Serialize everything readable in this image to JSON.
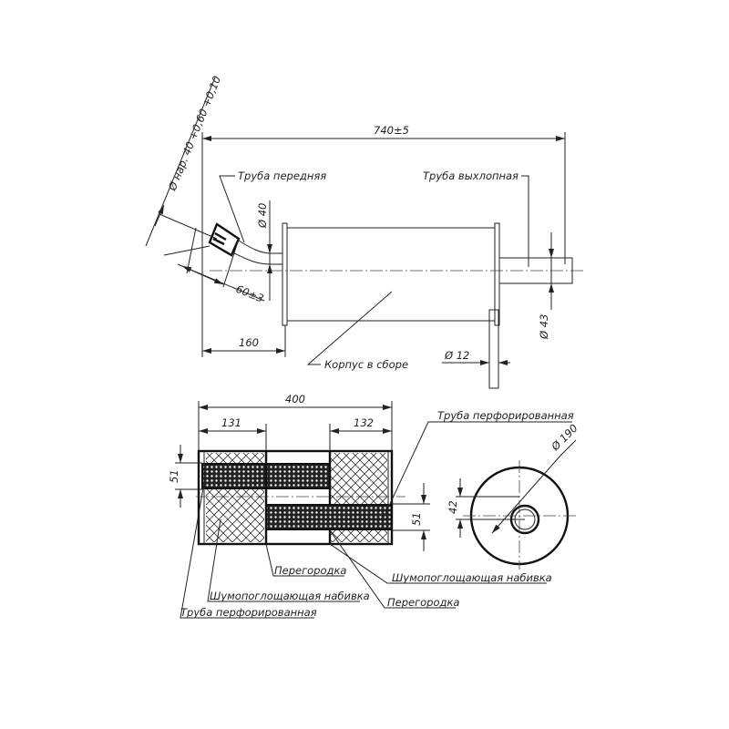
{
  "top_view": {
    "overall_length": "740±5",
    "inlet_diameter_tolerance": "Ø нар. 40 +0,60 +0,10",
    "front_pipe_label": "Труба передняя",
    "inlet_pipe_diameter": "Ø 40",
    "inlet_length": "60±3",
    "offset_length": "160",
    "body_label": "Корпус в сборе",
    "bracket_diameter": "Ø 12",
    "outlet_diameter": "Ø 43",
    "exhaust_pipe_label": "Труба выхлопная"
  },
  "section_view": {
    "body_length": "400",
    "left_chamber": "131",
    "right_chamber": "132",
    "upper_pipe_dim": "51",
    "lower_pipe_dim": "51",
    "pipe_offset": "42",
    "body_diameter": "Ø 190",
    "perforated_pipe_label_top": "Труба перфорированная",
    "partition_label_1": "Перегородка",
    "absorber_label_1": "Шумопоглощающая набивка",
    "absorber_label_2": "Шумопоглощающая набивка",
    "partition_label_2": "Перегородка",
    "perforated_pipe_label_bottom": "Труба перфорированная"
  }
}
